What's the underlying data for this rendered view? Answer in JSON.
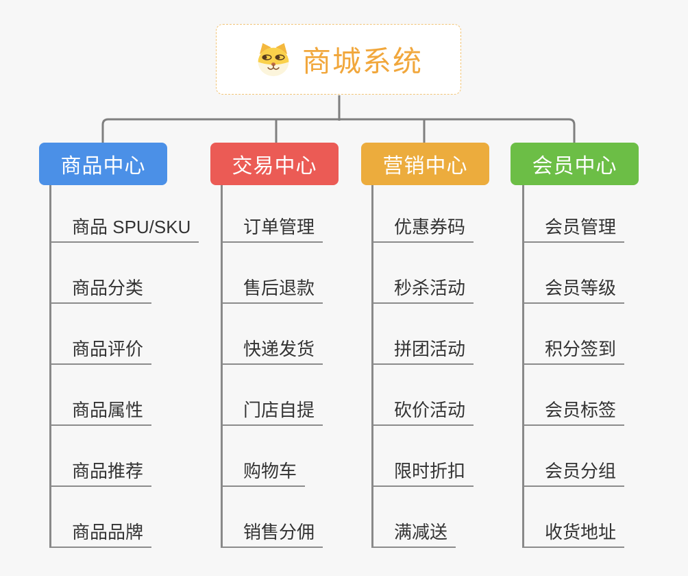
{
  "root": {
    "label": "商城系统",
    "icon": "dog-face-icon",
    "text_color": "#F1A73C",
    "border_color": "#F2C475",
    "background": "#FFFFFF"
  },
  "branches": [
    {
      "label": "商品中心",
      "color": "#4B90E7",
      "items": [
        "商品 SPU/SKU",
        "商品分类",
        "商品评价",
        "商品属性",
        "商品推荐",
        "商品品牌"
      ]
    },
    {
      "label": "交易中心",
      "color": "#EB5B55",
      "items": [
        "订单管理",
        "售后退款",
        "快递发货",
        "门店自提",
        "购物车",
        "销售分佣"
      ]
    },
    {
      "label": "营销中心",
      "color": "#ECAC3D",
      "items": [
        "优惠券码",
        "秒杀活动",
        "拼团活动",
        "砍价活动",
        "限时折扣",
        "满减送"
      ]
    },
    {
      "label": "会员中心",
      "color": "#6CBE46",
      "items": [
        "会员管理",
        "会员等级",
        "积分签到",
        "会员标签",
        "会员分组",
        "收货地址"
      ]
    }
  ],
  "colors": {
    "connector": "#7F7F7F",
    "sub_line": "#898989",
    "canvas_background": "#F7F7F7"
  }
}
